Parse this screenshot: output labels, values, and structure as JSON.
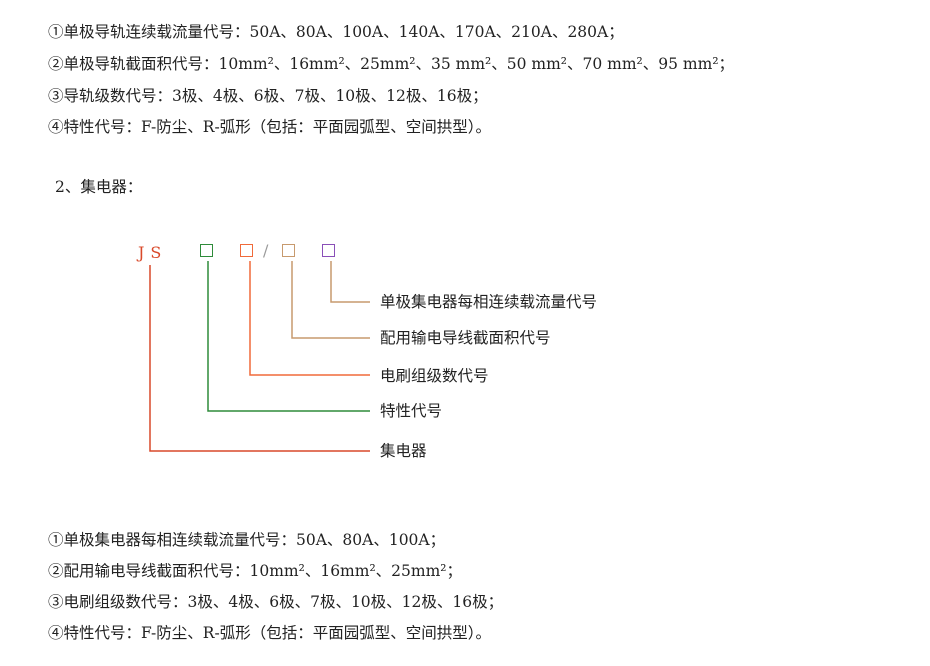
{
  "rail_items": [
    "①单极导轨连续载流量代号：50A、80A、100A、140A、170A、210A、280A；",
    "②单极导轨截面积代号：10mm²、16mm²、25mm²、35 mm²、50 mm²、70 mm²、95 mm²；",
    "③导轨级数代号：3极、4极、6极、7极、10极、12极、16极；",
    "④特性代号：F-防尘、R-弧形（包括：平面园弧型、空间拱型）。"
  ],
  "section_heading": "2、集电器：",
  "diagram": {
    "prefix": "JS",
    "slash": "/",
    "labels": [
      "单极集电器每相连续载流量代号",
      "配用输电导线截面积代号",
      "电刷组级数代号",
      "特性代号",
      "集电器"
    ],
    "colors": {
      "js": "#d9492a",
      "green": "#2e8b3a",
      "orange": "#f06a3a",
      "tan": "#c79a6e",
      "purple": "#8a4fb8"
    }
  },
  "collector_items": [
    "①单极集电器每相连续载流量代号：50A、80A、100A；",
    "②配用输电导线截面积代号：10mm²、16mm²、25mm²；",
    "③电刷组级数代号：3极、4极、6极、7极、10极、12极、16极；",
    "④特性代号：F-防尘、R-弧形（包括：平面园弧型、空间拱型）。"
  ]
}
